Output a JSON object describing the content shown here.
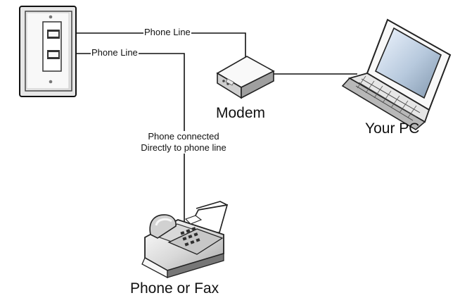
{
  "labels": {
    "phone_line_top": "Phone Line",
    "phone_line_second": "Phone Line",
    "modem": "Modem",
    "your_pc": "Your PC",
    "phone_note_line1": "Phone connected",
    "phone_note_line2": "Directly to phone line",
    "phone_or_fax": "Phone or Fax"
  },
  "icons": {
    "wall_jack": "wall-jack-icon",
    "modem": "modem-icon",
    "laptop": "laptop-icon",
    "fax": "fax-machine-icon"
  },
  "colors": {
    "line": "#111111",
    "background": "#ffffff"
  }
}
